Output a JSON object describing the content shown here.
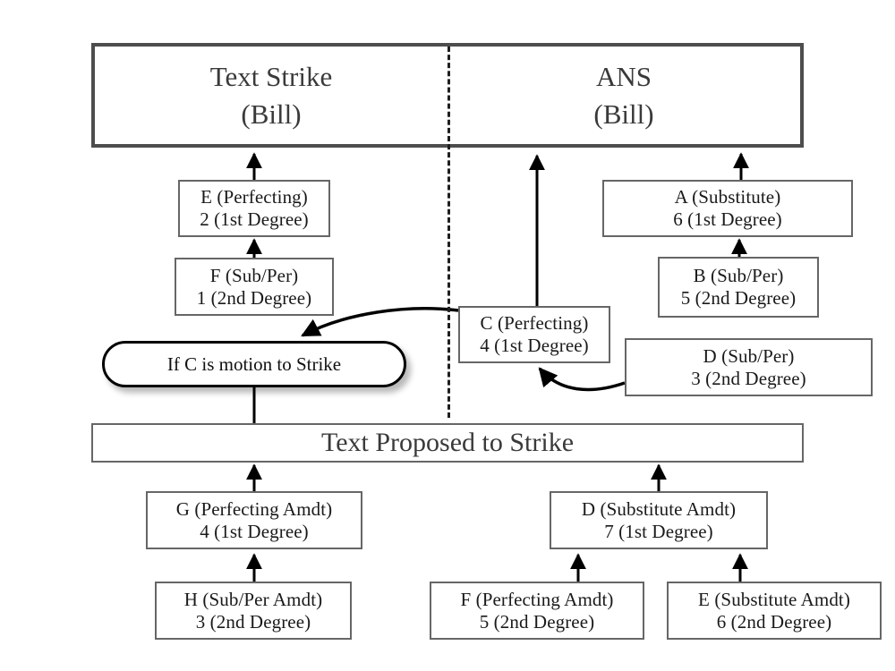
{
  "diagram": {
    "title_hidden": "Senate amendment tree: Text Strike / ANS",
    "header": {
      "left": {
        "line1": "Text Strike",
        "line2": "(Bill)"
      },
      "right": {
        "line1": "ANS",
        "line2": "(Bill)"
      }
    },
    "mid_bar": {
      "label": "Text Proposed to Strike"
    },
    "callout": {
      "label": "If C is motion to Strike"
    },
    "nodes": {
      "e_perfecting": {
        "line1": "E (Perfecting)",
        "line2": "2 (1st Degree)"
      },
      "f_subper": {
        "line1": "F (Sub/Per)",
        "line2": "1 (2nd Degree)"
      },
      "a_substitute": {
        "line1": "A (Substitute)",
        "line2": "6 (1st Degree)"
      },
      "b_subper": {
        "line1": "B (Sub/Per)",
        "line2": "5 (2nd Degree)"
      },
      "c_perfecting": {
        "line1": "C (Perfecting)",
        "line2": "4 (1st Degree)"
      },
      "d_subper": {
        "line1": "D (Sub/Per)",
        "line2": "3 (2nd Degree)"
      },
      "g_perfecting": {
        "line1": "G (Perfecting Amdt)",
        "line2": "4 (1st Degree)"
      },
      "h_subper": {
        "line1": "H (Sub/Per Amdt)",
        "line2": "3 (2nd Degree)"
      },
      "d_substitute": {
        "line1": "D (Substitute Amdt)",
        "line2": "7 (1st Degree)"
      },
      "f_perfecting": {
        "line1": "F (Perfecting Amdt)",
        "line2": "5 (2nd Degree)"
      },
      "e_substitute": {
        "line1": "E (Substitute Amdt)",
        "line2": "6 (2nd Degree)"
      }
    },
    "colors": {
      "header_border": "#4d4d4d",
      "node_border": "#666666",
      "callout_border": "#000000",
      "divider": "#1f1f1f",
      "arrow": "#000000",
      "background": "#ffffff",
      "text": "#3a3a3a"
    },
    "edges": [
      {
        "from": "e_perfecting",
        "to": "header_left",
        "style": "straight-arrow"
      },
      {
        "from": "f_subper",
        "to": "e_perfecting",
        "style": "straight-arrow"
      },
      {
        "from": "a_substitute",
        "to": "header_right",
        "style": "straight-arrow"
      },
      {
        "from": "b_subper",
        "to": "a_substitute",
        "style": "straight-arrow"
      },
      {
        "from": "c_perfecting",
        "to": "header_right",
        "style": "straight-arrow"
      },
      {
        "from": "d_subper",
        "to": "c_perfecting",
        "style": "curved-arrow"
      },
      {
        "from": "c_perfecting",
        "to": "callout",
        "style": "curved-arrow"
      },
      {
        "from": "g_perfecting",
        "to": "mid_bar",
        "style": "straight-arrow"
      },
      {
        "from": "h_subper",
        "to": "g_perfecting",
        "style": "straight-arrow"
      },
      {
        "from": "d_substitute",
        "to": "mid_bar",
        "style": "straight-arrow"
      },
      {
        "from": "f_perfecting",
        "to": "d_substitute",
        "style": "straight-arrow"
      },
      {
        "from": "e_substitute",
        "to": "d_substitute",
        "style": "straight-arrow"
      },
      {
        "from": "callout",
        "to": "mid_bar",
        "style": "plain-line"
      }
    ]
  }
}
